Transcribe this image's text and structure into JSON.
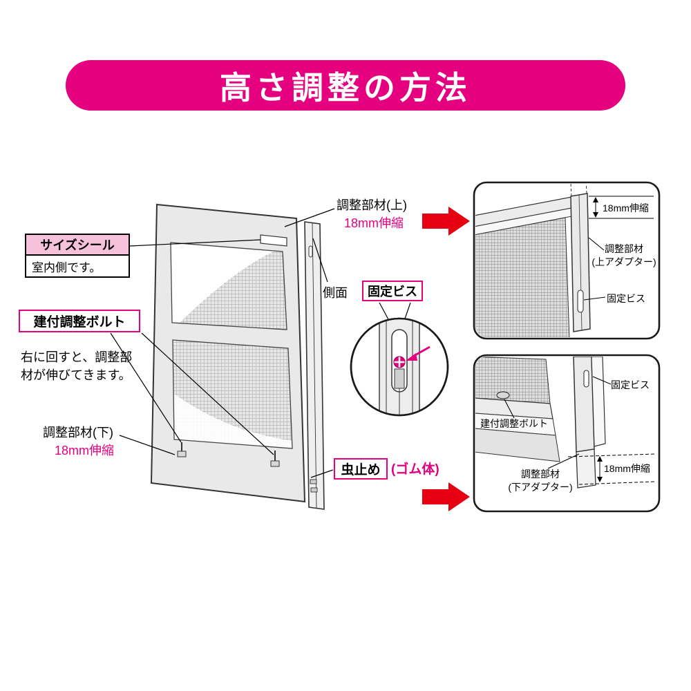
{
  "colors": {
    "magenta": "#E4007F",
    "arrow_red": "#E60012",
    "pink_fill": "#F6C2DB"
  },
  "banner": {
    "title": "高さ調整の方法"
  },
  "main_labels": {
    "size_seal": "サイズシール",
    "indoor_side": "室内側です。",
    "adjust_bolt": "建付調整ボルト",
    "bolt_note_line1": "右に回すと、調整部",
    "bolt_note_line2": "材が伸びてきます。",
    "member_bottom": "調整部材(下)",
    "stretch_bottom": "18mm伸縮",
    "member_top": "調整部材(上)",
    "stretch_top": "18mm伸縮",
    "side_face": "側面",
    "fixing_screw": "固定ビス",
    "insect_stop": "虫止め",
    "rubber_body": "(ゴム体)"
  },
  "detail_top": {
    "stretch": "18mm伸縮",
    "member_line1": "調整部材",
    "member_line2": "(上アダプター)",
    "fixing_screw": "固定ビス"
  },
  "detail_bottom": {
    "fixing_screw": "固定ビス",
    "adjust_bolt": "建付調整ボルト",
    "member_line1": "調整部材",
    "member_line2": "(下アダプター)",
    "stretch": "18mm伸縮"
  }
}
